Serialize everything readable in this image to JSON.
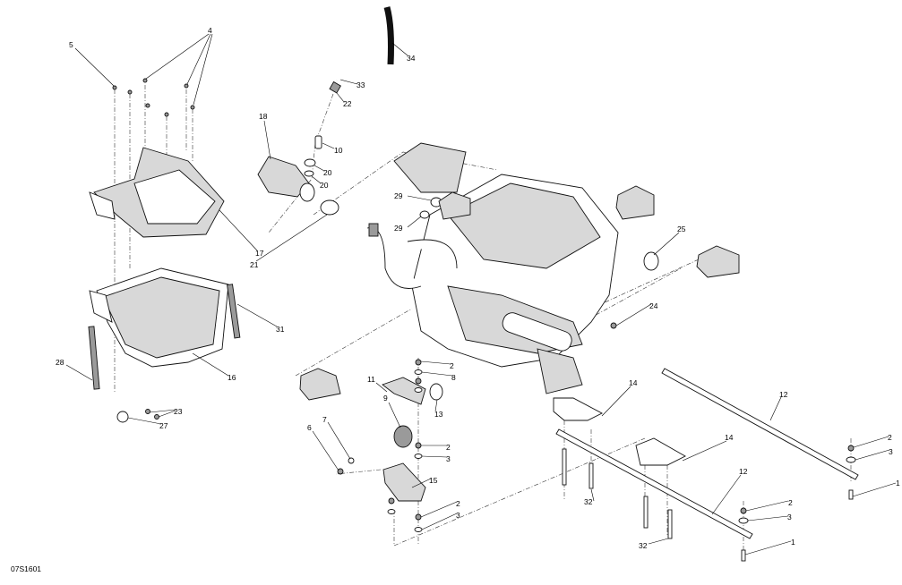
{
  "figure_id": "07S1601",
  "callouts": [
    "5",
    "4",
    "34",
    "33",
    "22",
    "18",
    "10",
    "20",
    "20",
    "29",
    "29",
    "17",
    "21",
    "25",
    "24",
    "31",
    "28",
    "16",
    "23",
    "27",
    "2",
    "8",
    "11",
    "9",
    "13",
    "7",
    "6",
    "2",
    "3",
    "15",
    "2",
    "3",
    "14",
    "12",
    "14",
    "12",
    "2",
    "3",
    "1",
    "32",
    "32",
    "2",
    "3",
    "1"
  ]
}
